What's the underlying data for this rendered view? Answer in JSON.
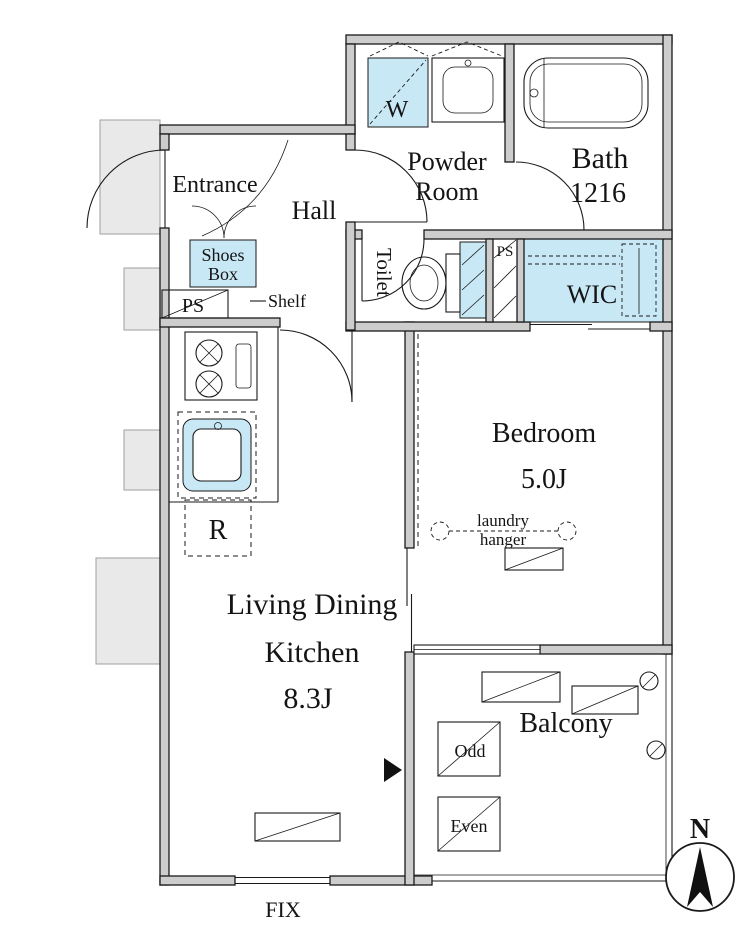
{
  "plan": {
    "rooms": {
      "entrance": "Entrance",
      "hall": "Hall",
      "powder_line1": "Powder",
      "powder_line2": "Room",
      "bath": "Bath",
      "bath_size": "1216",
      "toilet": "Toilet",
      "wic": "WIC",
      "bedroom": "Bedroom",
      "bedroom_size": "5.0J",
      "ldk_line1": "Living Dining",
      "ldk_line2": "Kitchen",
      "ldk_size": "8.3J",
      "balcony": "Balcony"
    },
    "labels": {
      "shoes_line1": "Shoes",
      "shoes_line2": "Box",
      "ps_left": "PS",
      "ps_right": "PS",
      "shelf": "Shelf",
      "washer": "W",
      "fridge": "R",
      "laundry_line1": "laundry",
      "laundry_line2": "hanger",
      "window_odd": "Odd",
      "window_even": "Even",
      "fix_window": "FIX",
      "compass_north": "N"
    },
    "colors": {
      "wall_gray": "#cdcdcd",
      "outer_gray": "#e9e9e9",
      "fixture_blue": "#c9e8f6",
      "line_black": "#1a1a1a"
    }
  }
}
